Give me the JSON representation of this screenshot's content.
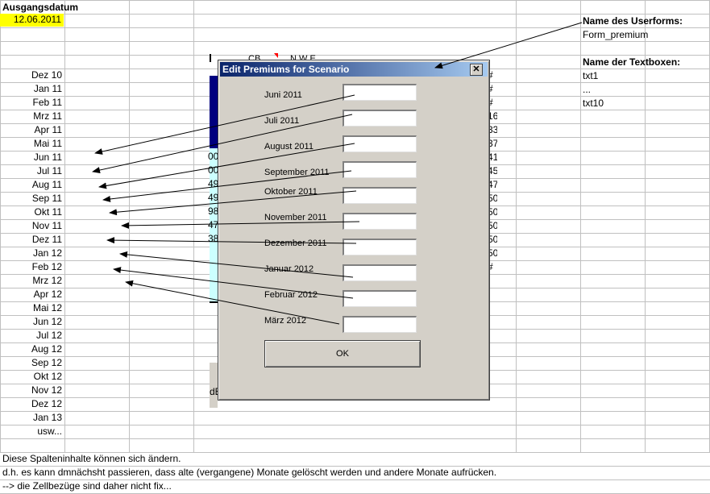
{
  "sheet": {
    "header_label": "Ausgangsdatum",
    "start_date": "12.06.2011",
    "months": [
      "Dez 10",
      "Jan 11",
      "Feb 11",
      "Mrz 11",
      "Apr 11",
      "Mai 11",
      "Jun 11",
      "Jul 11",
      "Aug 11",
      "Sep 11",
      "Okt 11",
      "Nov 11",
      "Dez 11",
      "Jan 12",
      "Feb 12",
      "Mrz 12",
      "Apr 12",
      "Mai 12",
      "Jun 12",
      "Jul 12",
      "Aug 12",
      "Sep 12",
      "Okt 12",
      "Nov 12",
      "Dez 12",
      "Jan 13",
      "usw..."
    ],
    "notes": [
      "Diese Spalteninhalte können sich ändern.",
      "d.h. es kann dmnächsht passieren, dass alte (vergangene) Monate gelöscht werden und andere Monate aufrücken.",
      "--> die Zellbezüge sind daher nicht fix..."
    ],
    "side_info": {
      "userform_heading": "Name des Userforms:",
      "userform_name": "Form_premium",
      "textbox_heading": "Name der Textboxen:",
      "textbox_first": "txt1",
      "textbox_ellipsis": "...",
      "textbox_last": "txt10"
    },
    "fragments": {
      "header_left": "CB",
      "header_right": "N W E",
      "bottom_left": "dE",
      "right_column": [
        "#",
        "#",
        "#",
        "16",
        "33",
        "37",
        "41",
        "45",
        "47",
        "50",
        "50",
        "50",
        "50",
        "50",
        "#"
      ],
      "left_column": [
        "00",
        "00",
        "49",
        "49",
        "98",
        "47",
        "38"
      ]
    }
  },
  "dialog": {
    "title": "Edit Premiums for Scenario",
    "close_glyph": "✕",
    "fields": [
      {
        "label": "Juni 2011",
        "value": ""
      },
      {
        "label": "Juli 2011",
        "value": ""
      },
      {
        "label": "August 2011",
        "value": ""
      },
      {
        "label": "September 2011",
        "value": ""
      },
      {
        "label": "Oktober 2011",
        "value": ""
      },
      {
        "label": "November 2011",
        "value": ""
      },
      {
        "label": "Dezember 2011",
        "value": ""
      },
      {
        "label": "Januar 2012",
        "value": ""
      },
      {
        "label": "Februar 2012",
        "value": ""
      },
      {
        "label": "März 2012",
        "value": ""
      }
    ],
    "ok_label": "OK"
  },
  "colors": {
    "date_highlight": "#ffff00",
    "grid": "#c0c0c0",
    "title_bar_start": "#0a246a",
    "title_bar_end": "#a6caf0",
    "dialog_face": "#d4d0c8"
  }
}
